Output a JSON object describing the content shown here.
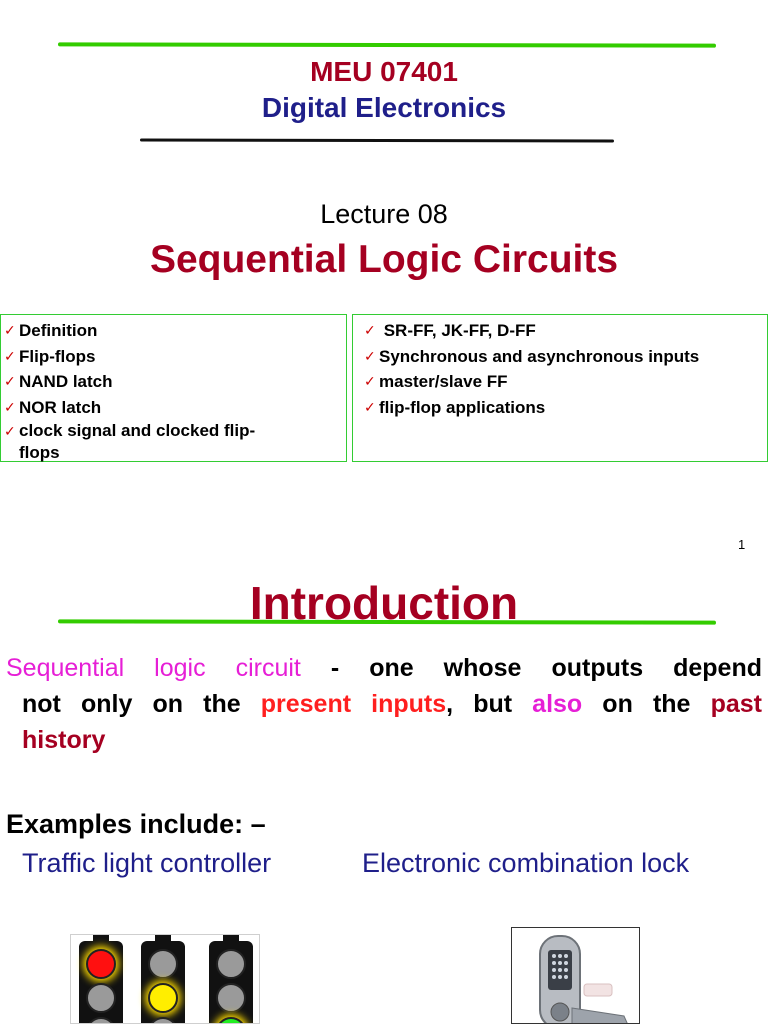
{
  "slide1": {
    "course_code": "MEU 07401",
    "course_name": "Digital Electronics",
    "lecture": "Lecture 08",
    "title": "Sequential Logic Circuits",
    "topics_left": [
      "Definition",
      "Flip-flops",
      "NAND latch",
      "NOR latch",
      "clock signal and clocked flip-flops"
    ],
    "topics_right": [
      " SR-FF, JK-FF, D-FF",
      "Synchronous and asynchronous inputs",
      "master/slave FF",
      "flip-flop applications"
    ],
    "page_number": "1"
  },
  "slide2": {
    "title": "Introduction",
    "definition": {
      "term": "Sequential logic circuit",
      "part1": " - one whose outputs depend",
      "part2": "not only on the ",
      "present_inputs": "present inputs",
      "part3": ", but ",
      "also": "also",
      "part4": " on the ",
      "past": "past",
      "history": "history"
    },
    "examples_heading": "Examples include: –",
    "example1": "Traffic light controller",
    "example2": "Electronic combination lock",
    "images": {
      "traffic_lights": "traffic-light-illustration",
      "lock": "electronic-combination-lock-photo"
    }
  },
  "colors": {
    "green_rule": "#33cc00",
    "black_rule": "#111111",
    "maroon": "#a50021",
    "navy": "#1f1f8a",
    "magenta": "#e61fd6",
    "red": "#ff1f1f",
    "tick": "#cc0000"
  }
}
